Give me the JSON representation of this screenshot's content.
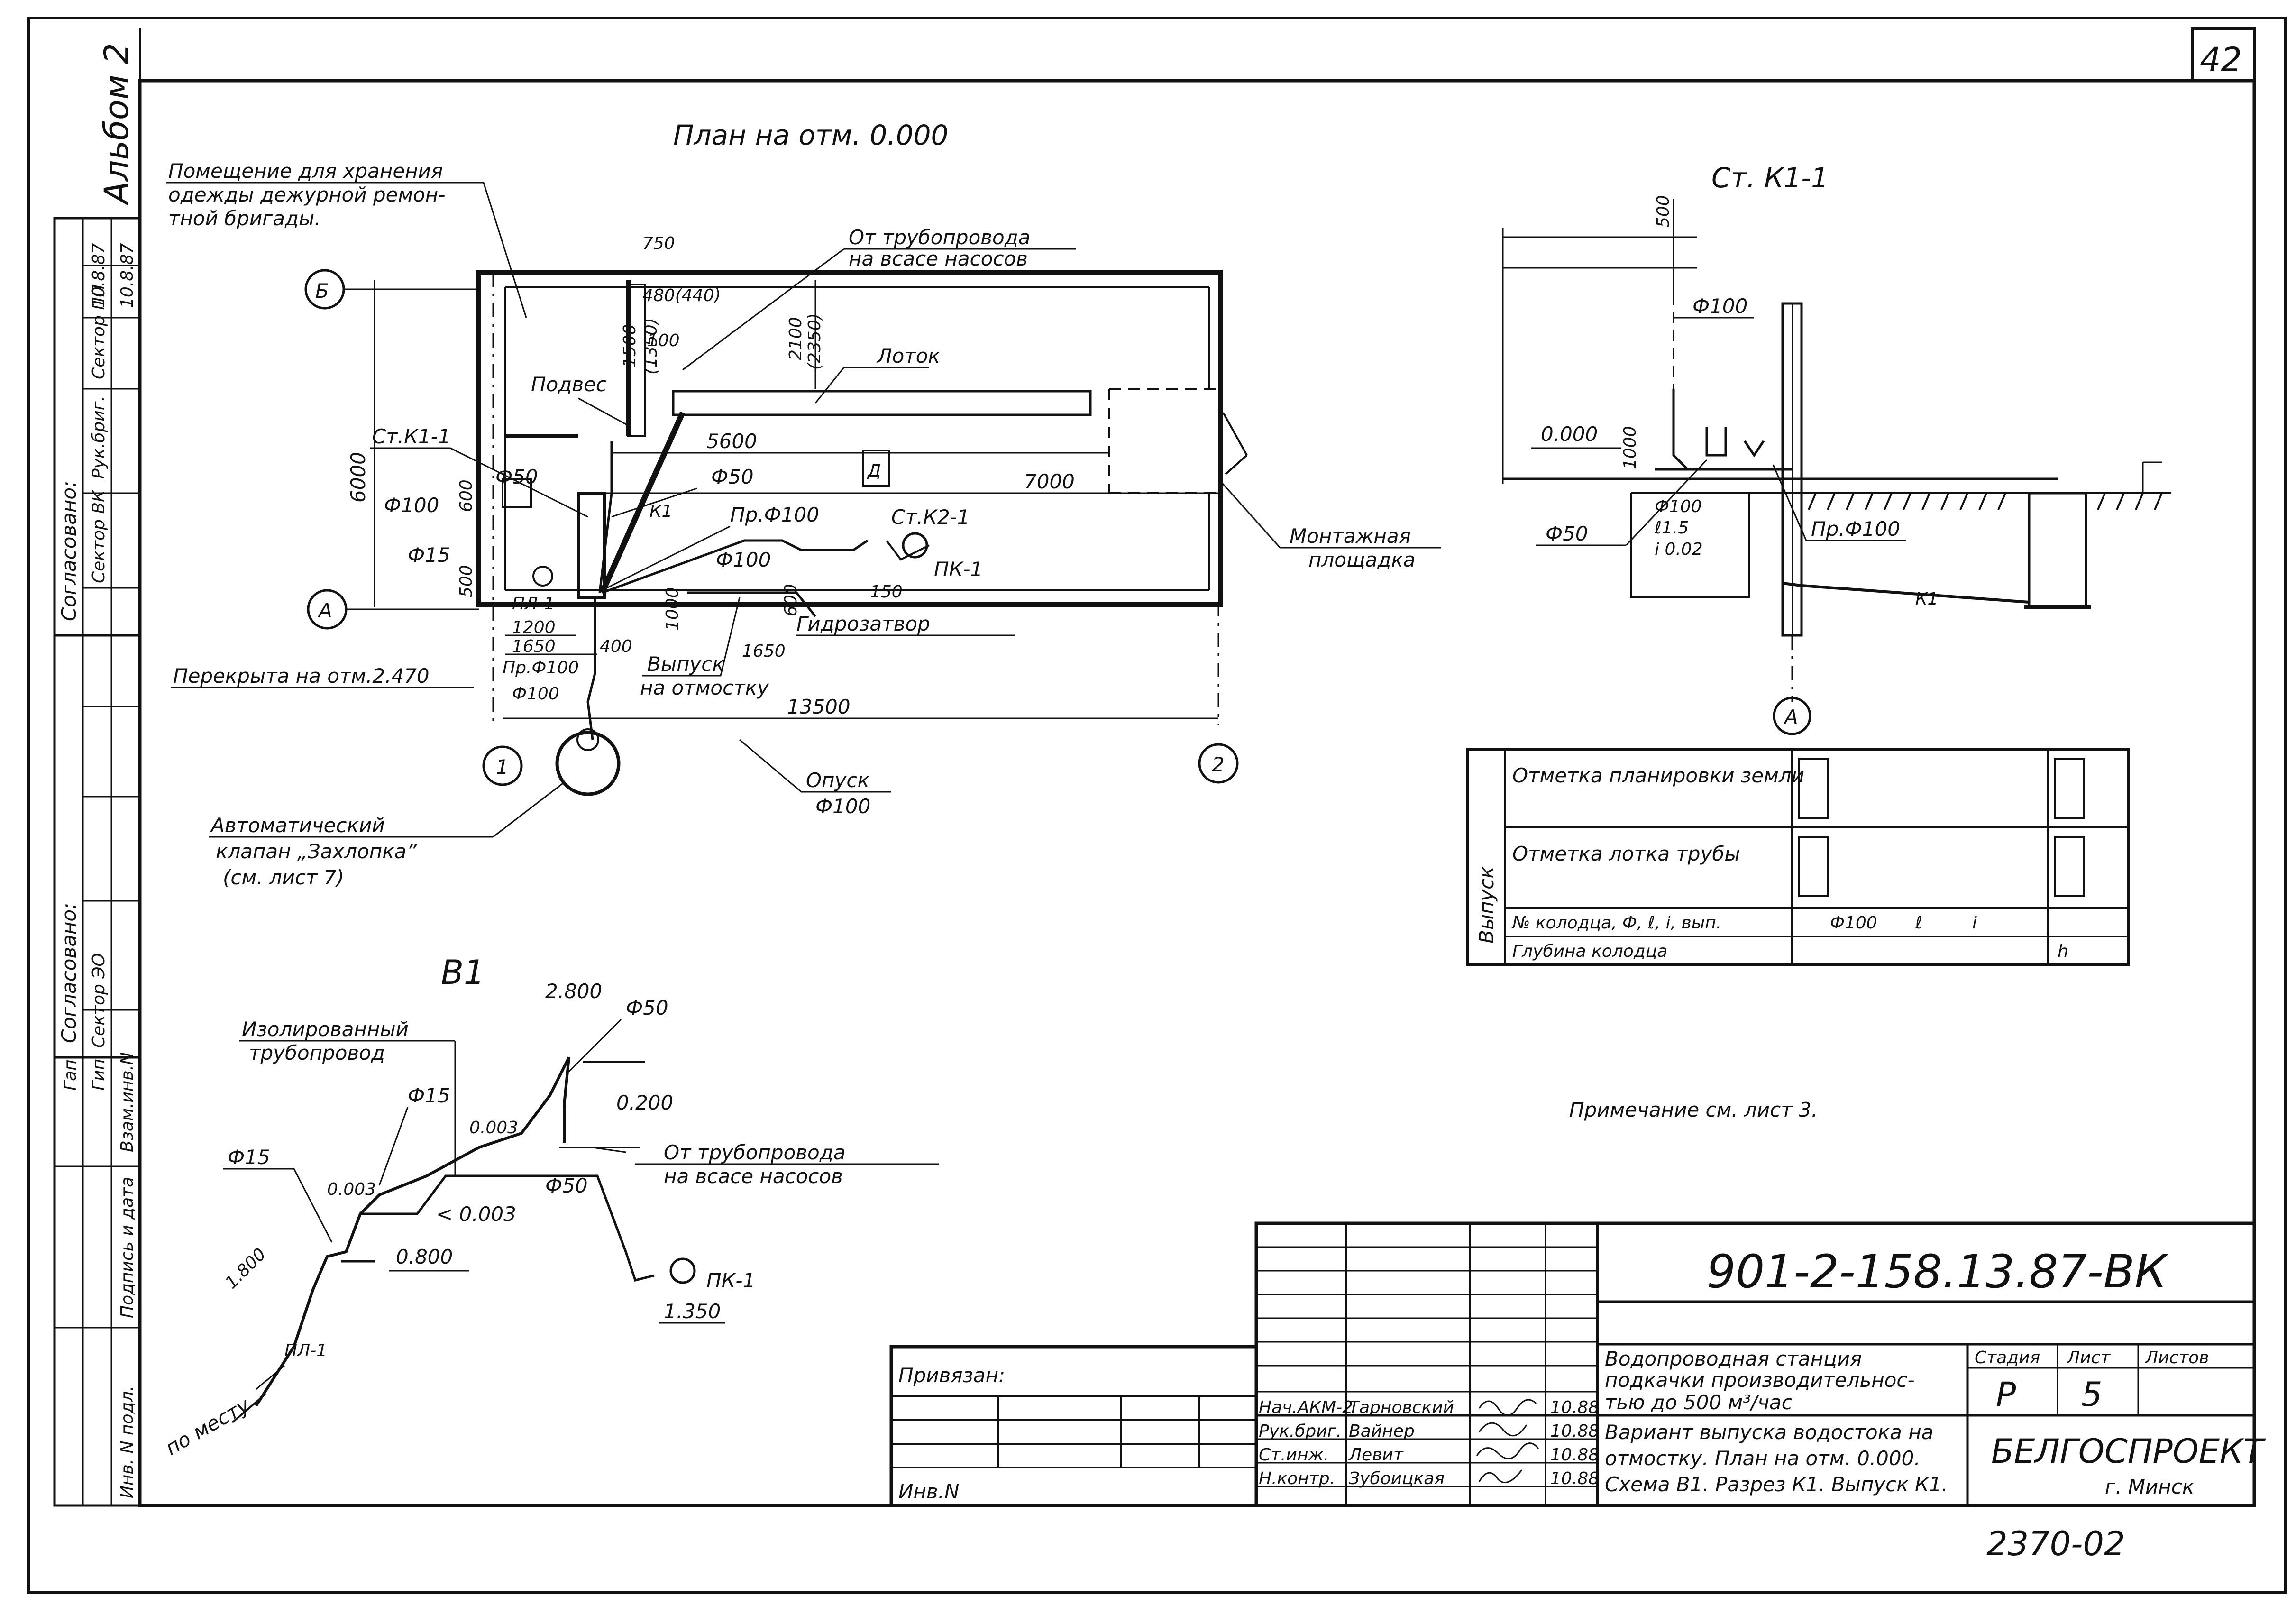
{
  "sheet": {
    "page_number": "42",
    "album": "Альбом 2",
    "doc_code": "901-2-158.13.87-ВК",
    "archive_number": "2370-02",
    "note": "Примечание см. лист 3."
  },
  "plan": {
    "title": "План на отм. 0.000",
    "labels": {
      "room_note_1": "Помещение для хранения",
      "room_note_2": "одежды дежурной ремон-",
      "room_note_3": "тной бригады.",
      "from_pipe_1": "От трубопровода",
      "from_pipe_2": "на всасе насосов",
      "lotok": "Лоток",
      "podves": "Подвес",
      "st_k1_1": "Ст.К1-1",
      "st_k2_1": "Ст.К2-1",
      "pk_1": "ПК-1",
      "pl_1": "ПЛ-1",
      "gidrozatvor": "Гидрозатвор",
      "vypusk_1": "Выпуск",
      "vypusk_2": "на отмостку",
      "montazh_1": "Монтажная",
      "montazh_2": "площадка",
      "perekrytie": "Перекрыта на отм.2.470",
      "opusk_1": "Опуск",
      "opusk_2": "Ф100",
      "klapan_1": "Автоматический",
      "klapan_2": "клапан „Захлопка”",
      "klapan_3": "(см. лист 7)",
      "k1": "К1",
      "d_mark": "Д"
    },
    "dims": {
      "d750": "750",
      "d480": "480(440)",
      "d1500": "1500",
      "d1350": "(1350)",
      "d100": "100",
      "d2100": "2100",
      "d2350": "(2350)",
      "d5600": "5600",
      "d7000": "7000",
      "d6000": "6000",
      "d600": "600",
      "d500": "500",
      "d1200": "1200",
      "d1650a": "1650",
      "d400": "400",
      "d1650b": "1650",
      "d13500": "13500",
      "d150": "150",
      "d600b": "600",
      "d1000": "1000"
    },
    "pipes": {
      "f50a": "Ф50",
      "f50b": "Ф50",
      "f100a": "Ф100",
      "f15": "Ф15",
      "pr_f100a": "Пр.Ф100",
      "f100b": "Ф100",
      "pr_f100b": "Пр.Ф100",
      "f100c": "Ф100"
    },
    "axes": {
      "b": "Б",
      "a": "А",
      "one": "1",
      "two": "2"
    }
  },
  "section": {
    "title": "Ст. К1-1",
    "dims": {
      "d500": "500",
      "d1000": "1000"
    },
    "labels": {
      "f100": "Ф100",
      "elev0": "0.000",
      "f50": "Ф50",
      "f100b": "Ф100",
      "l15": "ℓ1.5",
      "i002": "i 0.02",
      "pr_f100": "Пр.Ф100",
      "k1": "К1",
      "axis_a": "А"
    }
  },
  "outlet_table": {
    "side_label": "Выпуск",
    "rows": [
      {
        "label": "Отметка планировки земли"
      },
      {
        "label": "Отметка лотка трубы"
      },
      {
        "label": "№ колодца, Ф, ℓ, i, вып.",
        "value_1": "Ф100",
        "value_2": "ℓ",
        "value_3": "i"
      },
      {
        "label": "Глубина колодца",
        "value_4": "h"
      }
    ]
  },
  "scheme_b1": {
    "title": "В1",
    "labels": {
      "izol_1": "Изолированный",
      "izol_2": "трубопровод",
      "f15a": "Ф15",
      "f15b": "Ф15",
      "f50a": "Ф50",
      "f50b": "Ф50",
      "e2800": "2.800",
      "e0200": "0.200",
      "from_1": "От трубопровода",
      "from_2": "на всасе насосов",
      "s0003a": "0.003",
      "s0003b": "0.003",
      "s0003c": "< 0.003",
      "e1800": "1.800",
      "e0800": "0.800",
      "e1350": "1.350",
      "pk_1": "ПК-1",
      "pl_1": "ПЛ-1",
      "po_mestu": "по месту"
    }
  },
  "stamps_left": {
    "soglasovano_1": "Согласовано:",
    "sector_vk": "Сектор ВК",
    "sector_pp": "Сектор ПП",
    "ruk_br": "Рук.бриг.",
    "soglasovano_2": "Согласовано:",
    "sector_eo": "Сектор ЭО",
    "gip": "Гип",
    "gap": "Гап",
    "date1": "10.8.87",
    "date2": "10.8.87",
    "inv_podl": "Инв. N подл.",
    "podpis_data": "Подпись и дата",
    "vzam_inv": "Взам.инв.N"
  },
  "title_block": {
    "privyazan": "Привязан:",
    "inv_n": "Инв.N",
    "staff": [
      {
        "role": "Нач.АКМ-2",
        "name": "Тарновский",
        "date": "10.88"
      },
      {
        "role": "Рук.бриг.",
        "name": "Вайнер",
        "date": "10.88"
      },
      {
        "role": "Ст.инж.",
        "name": "Левит",
        "date": "10.88"
      },
      {
        "role": "Н.контр.",
        "name": "Зубоицкая",
        "date": "10.88"
      }
    ],
    "object_1": "Водопроводная станция",
    "object_2": "подкачки производительнос-",
    "object_3": "тью до 500 м³/час",
    "sheet_1": "Вариант выпуска водостока на",
    "sheet_2": "отмостку. План на отм. 0.000.",
    "sheet_3": "Схема В1. Разрез К1. Выпуск К1.",
    "stage_head": "Стадия",
    "list_head": "Лист",
    "lists_head": "Листов",
    "stage": "Р",
    "list": "5",
    "org_1": "БЕЛГОСПРОЕКТ",
    "org_2": "г. Минск"
  }
}
